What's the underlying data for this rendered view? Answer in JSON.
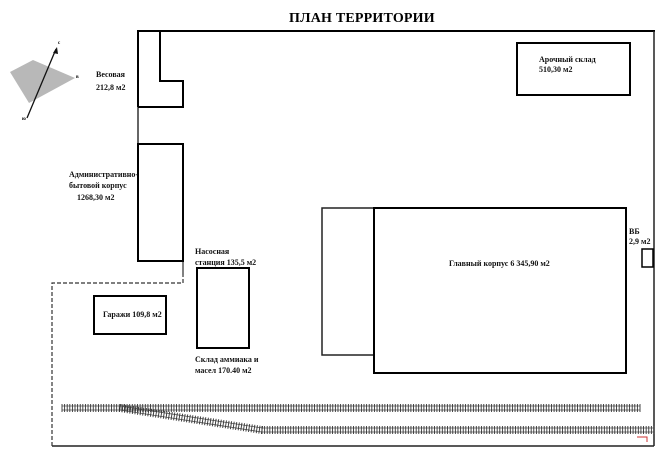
{
  "title": "ПЛАН ТЕРРИТОРИИ",
  "compass": {
    "north": "с",
    "south": "ю",
    "east": "в",
    "fill_color": "#b8b8b8"
  },
  "buildings": {
    "vesovaya": {
      "name": "Весовая",
      "area": "212,8 м2"
    },
    "admin": {
      "name_line1": "Административно-",
      "name_line2": "бытовой корпус",
      "area": "1268,30 м2"
    },
    "arochny": {
      "name": "Арочный склад",
      "area": "510,30 м2"
    },
    "nasosnaya": {
      "name": "Насосная",
      "line2": "станция 135,5 м2"
    },
    "garazhi": {
      "label": "Гаражи 109,8 м2"
    },
    "sklad_ammiaka": {
      "line1": "Склад аммиака и",
      "line2": "масел 170.40 м2"
    },
    "glavny": {
      "label": "Главный корпус 6 345,90 м2"
    },
    "vb": {
      "name": "ВБ",
      "area": "2,9 м2"
    }
  },
  "railway": {
    "tracks": 2,
    "color": "#555555"
  },
  "colors": {
    "outline": "#000000",
    "accent_red": "#cc3333"
  }
}
